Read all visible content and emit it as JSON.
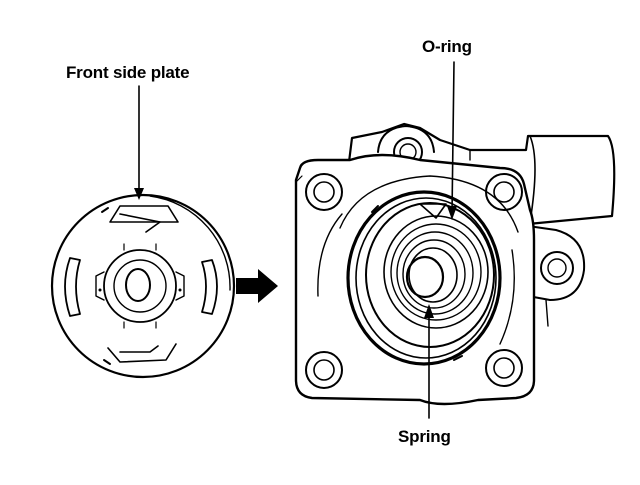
{
  "labels": {
    "front_side_plate": "Front side plate",
    "o_ring": "O-ring",
    "spring": "Spring"
  },
  "icons": {
    "step_arrow": "right-arrow-icon"
  },
  "colors": {
    "ink": "#000000",
    "paper": "#ffffff"
  }
}
